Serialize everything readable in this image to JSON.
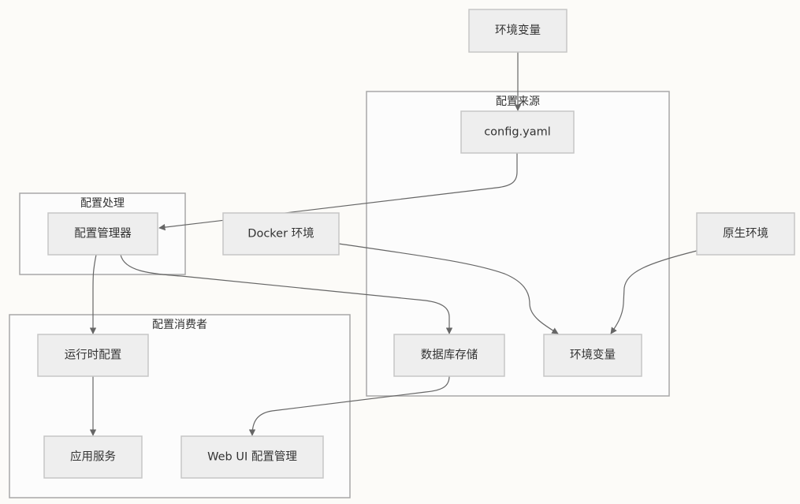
{
  "diagram": {
    "subgraphs": {
      "config_sources": {
        "title": "配置来源"
      },
      "config_processing": {
        "title": "配置处理"
      },
      "config_consumers": {
        "title": "配置消费者"
      }
    },
    "nodes": {
      "env_vars_source": "环境变量",
      "config_yaml": "config.yaml",
      "config_manager": "配置管理器",
      "docker_env": "Docker 环境",
      "native_env": "原生环境",
      "runtime_config": "运行时配置",
      "database_storage": "数据库存储",
      "env_vars": "环境变量",
      "app_service": "应用服务",
      "web_ui_config": "Web UI 配置管理"
    }
  },
  "colors": {
    "background": "#fcfbf8",
    "subgraph_fill": "#fcfcfc",
    "subgraph_border": "#a8a8a8",
    "node_fill": "#eeeeee",
    "node_border": "#c6c6c6",
    "edge": "#666666",
    "text": "#333333"
  }
}
